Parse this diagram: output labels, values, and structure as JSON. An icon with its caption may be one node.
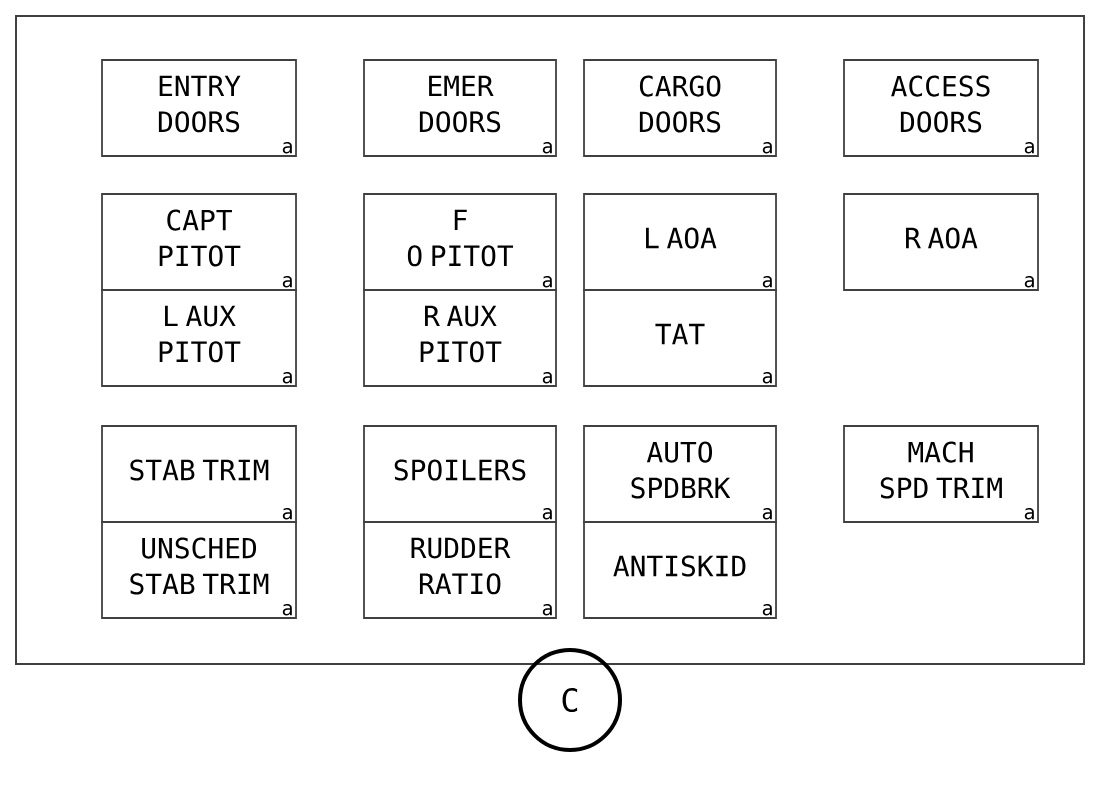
{
  "diagram": {
    "nodes": [
      {
        "text": [],
        "shape": "box"
      },
      {
        "text": [
          "ENTRY DOORS",
          "a"
        ],
        "in": 0
      },
      {
        "text": [
          "EMER DOORS",
          "a"
        ],
        "in": 0
      },
      {
        "text": [
          "CARGO DOORS",
          "a"
        ],
        "in": 0
      },
      {
        "text": [
          "ACCESS DOORS",
          "a"
        ],
        "in": 0
      },
      {
        "text": [
          "CAPT PITOT",
          "a"
        ],
        "in": 0
      },
      {
        "text": [
          "F O PITOT",
          "a"
        ],
        "in": 0
      },
      {
        "text": [
          "L AOA",
          "a"
        ],
        "in": 0
      },
      {
        "text": [
          "R AOA",
          "a"
        ],
        "in": 0
      },
      {
        "text": [
          "L AUX PITOT",
          "a"
        ],
        "in": 0
      },
      {
        "text": [
          "R AUX PITOT",
          "a"
        ],
        "in": 0
      },
      {
        "text": [
          "TAT",
          "a"
        ],
        "in": 0
      },
      {
        "text": [
          "STAB TRIM",
          "a"
        ],
        "in": 0
      },
      {
        "text": [
          "SPOILERS",
          "a"
        ],
        "in": 0
      },
      {
        "text": [
          "AUTO SPDBRK",
          "a"
        ],
        "in": 0
      },
      {
        "text": [
          "MACH SPD TRIM",
          "a"
        ],
        "in": 0
      },
      {
        "text": [
          "UNSCHED STAB TRIM",
          "a"
        ],
        "in": 0
      },
      {
        "text": [
          "RUDDER RATIO",
          "a"
        ],
        "in": 0
      },
      {
        "text": [
          "ANTISKID",
          "a"
        ],
        "in": 0
      },
      {
        "text": [
          "C"
        ]
      }
    ]
  }
}
